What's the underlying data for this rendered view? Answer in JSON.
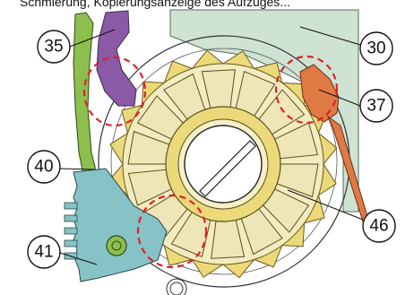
{
  "header": {
    "tag": "",
    "text": "Schmierung, Kopierungsanzeige des Aufzuges..."
  },
  "callouts": [
    {
      "id": "35",
      "label": "35"
    },
    {
      "id": "30",
      "label": "30"
    },
    {
      "id": "37",
      "label": "37"
    },
    {
      "id": "40",
      "label": "40"
    },
    {
      "id": "46",
      "label": "46"
    },
    {
      "id": "41",
      "label": "41"
    }
  ],
  "colors": {
    "part_30": "#cfe3d4",
    "part_35": "#8a5aa6",
    "part_37": "#e07a45",
    "part_40": "#8cbf4d",
    "part_41": "#86c2c6",
    "part_46_teeth": "#ecd97a",
    "part_46_body": "#f2ecc0",
    "highlight_circle": "#e0202a",
    "outline": "#222222"
  }
}
